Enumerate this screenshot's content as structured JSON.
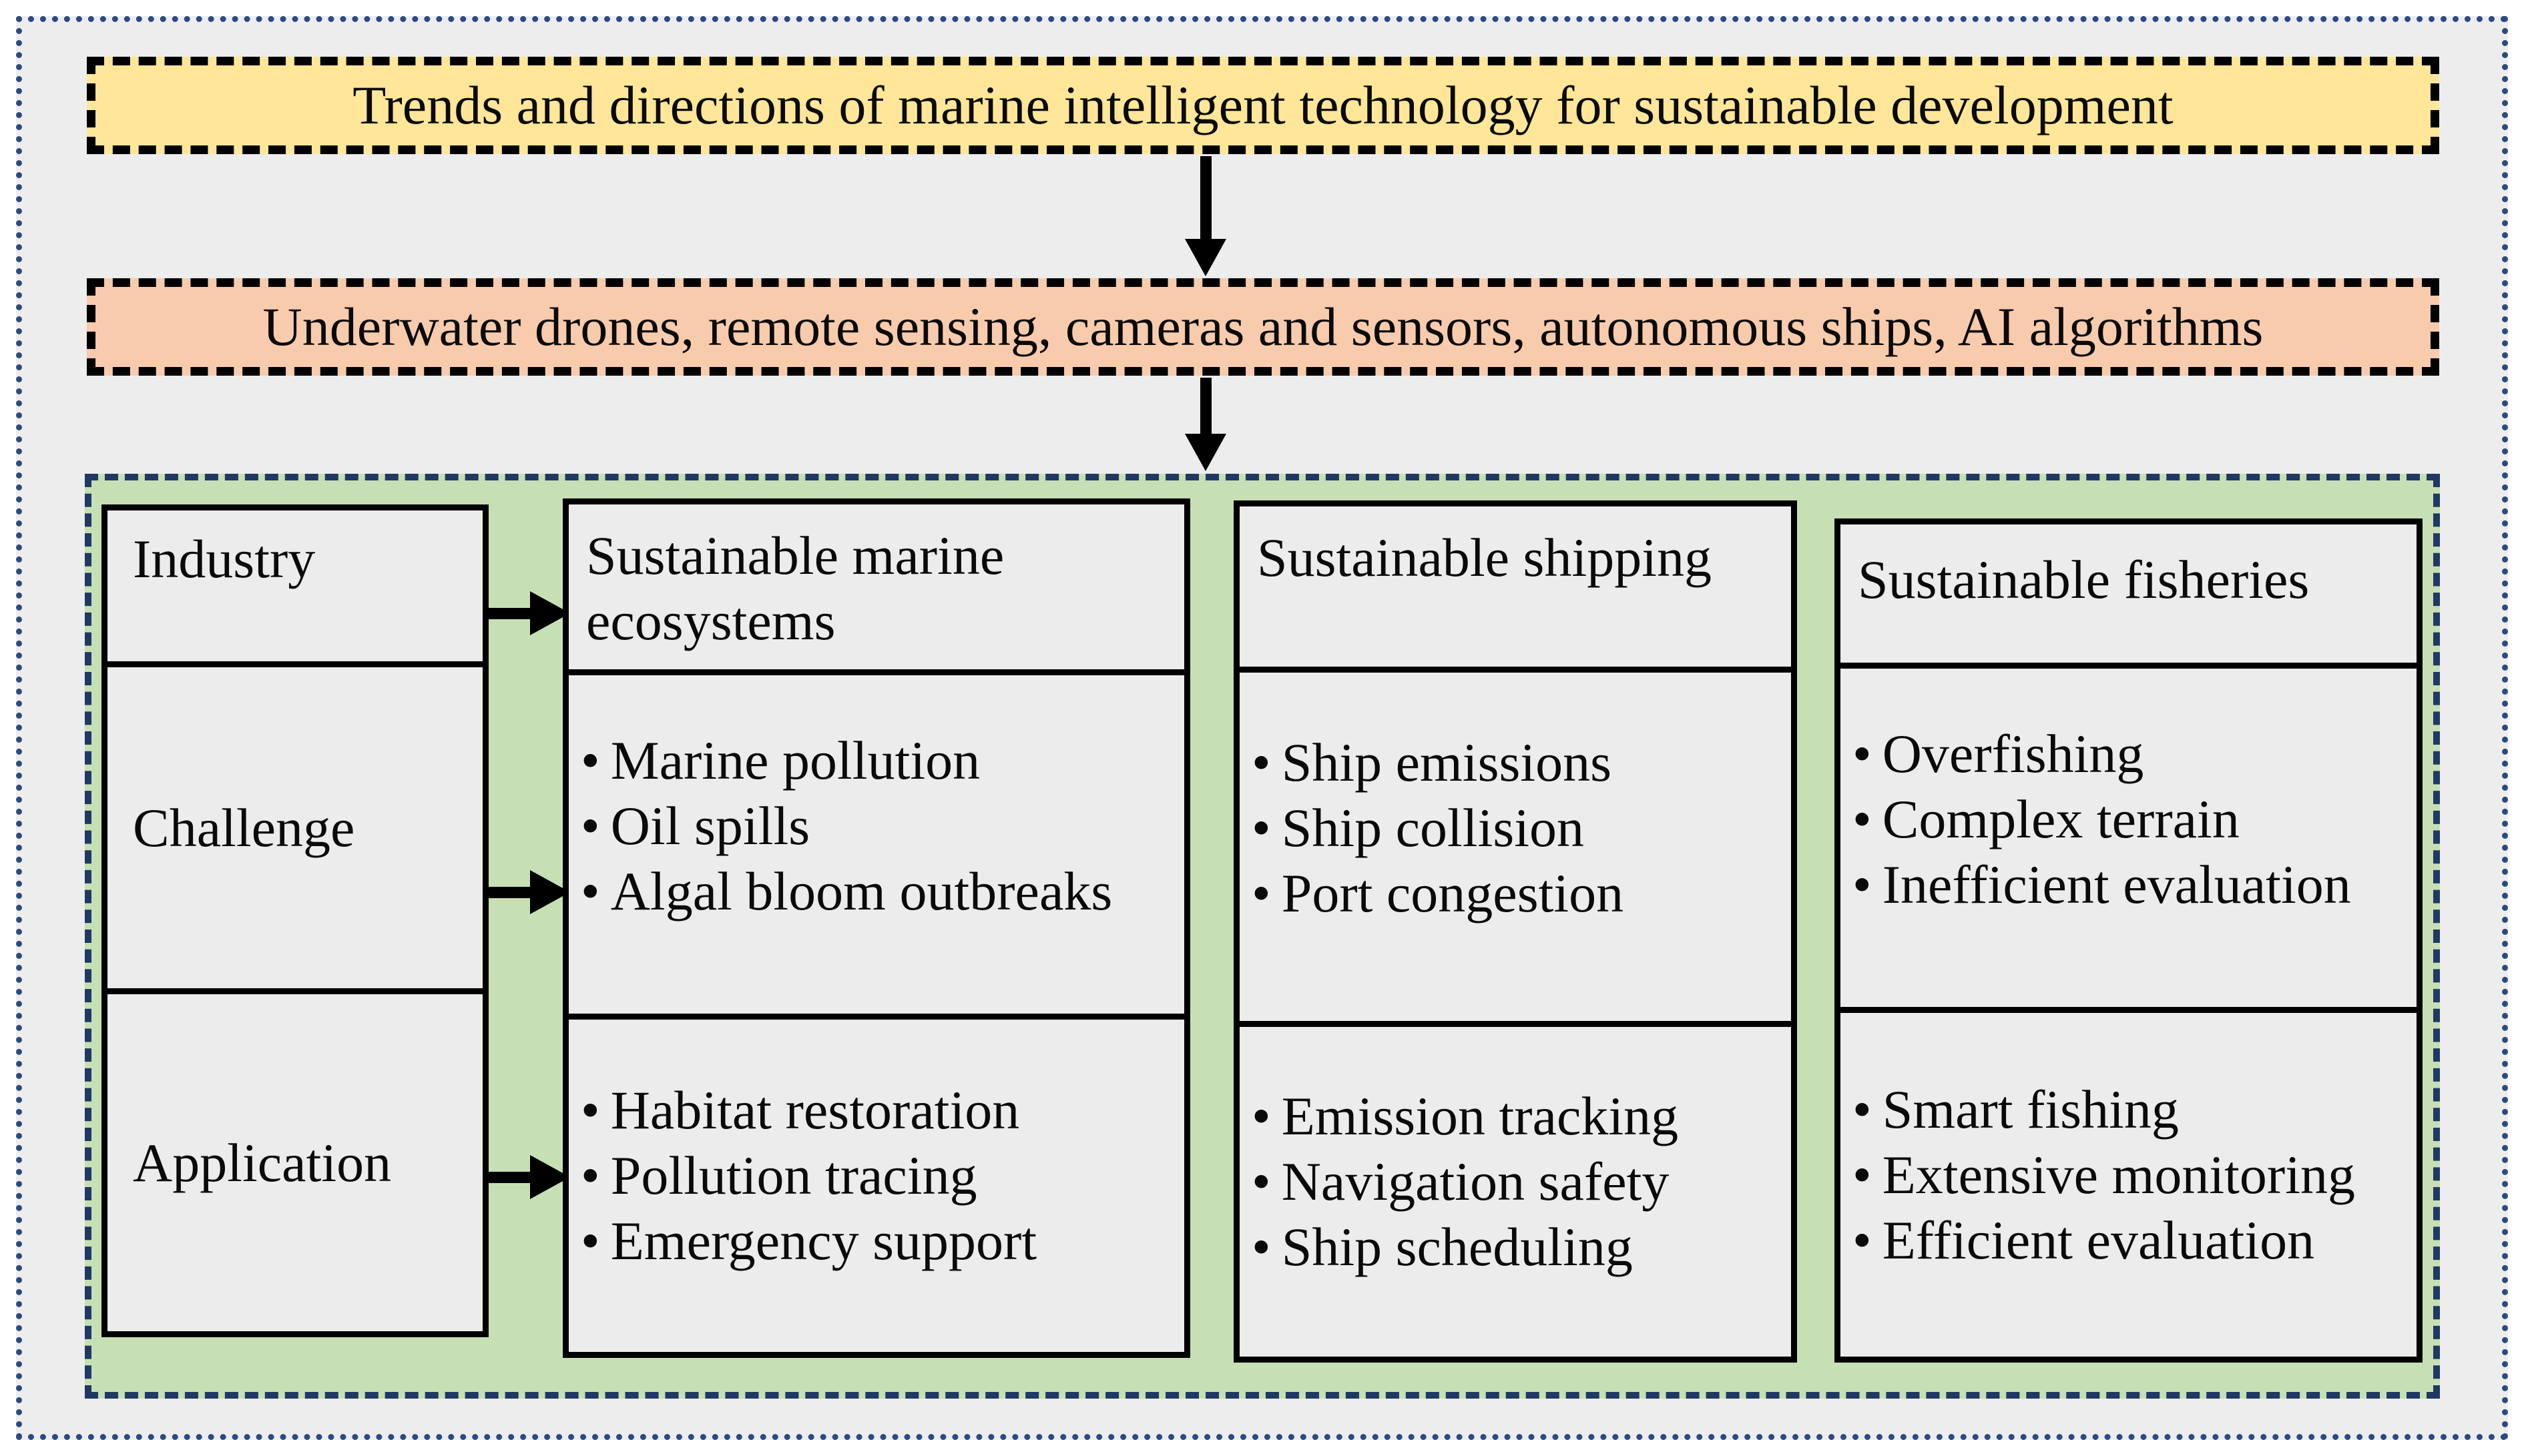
{
  "diagram": {
    "title_banner": "Trends and directions of marine intelligent technology for sustainable development",
    "technology_banner": "Underwater drones, remote sensing, cameras and sensors, autonomous ships, AI algorithms",
    "row_labels": [
      "Industry",
      "Challenge",
      "Application"
    ],
    "columns": [
      {
        "industry": "Sustainable marine ecosystems",
        "challenges": [
          "Marine pollution",
          "Oil spills",
          "Algal bloom outbreaks"
        ],
        "applications": [
          "Habitat restoration",
          "Pollution tracing",
          "Emergency support"
        ]
      },
      {
        "industry": "Sustainable shipping",
        "challenges": [
          "Ship emissions",
          "Ship collision",
          "Port congestion"
        ],
        "applications": [
          "Emission tracking",
          "Navigation safety",
          "Ship scheduling"
        ]
      },
      {
        "industry": "Sustainable fisheries",
        "challenges": [
          "Overfishing",
          "Complex terrain",
          "Inefficient evaluation"
        ],
        "applications": [
          "Smart fishing",
          "Extensive monitoring",
          "Efficient evaluation"
        ]
      }
    ],
    "icons": {
      "down_arrow": "arrow-down",
      "right_arrow": "arrow-right"
    },
    "colors": {
      "title_banner_bg": "#FFE699",
      "technology_banner_bg": "#F8CBAD",
      "panel_bg": "#C6E0B4",
      "box_bg": "#ECECEC",
      "page_bg": "#EDEDED",
      "dashed_border": "#203864",
      "dotted_border": "#2A4A85",
      "arrow": "#000000"
    }
  }
}
